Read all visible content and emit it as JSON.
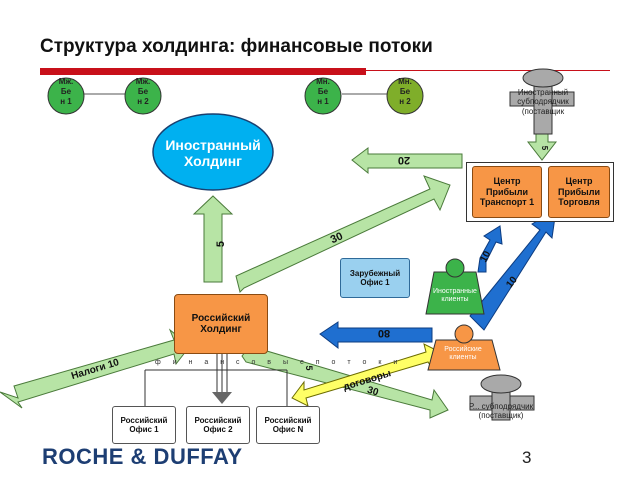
{
  "title": "Структура холдинга: финансовые потоки",
  "nodes": {
    "foreign_holding": "Иностранный Холдинг",
    "russian_holding": "Российский Холдинг",
    "offshore_office": "Зарубежный Офис 1",
    "profit_transport": "Центр Прибыли Транспорт 1",
    "profit_trade": "Центр Прибыли Торговля",
    "office_1": "Российский Офис 1",
    "office_2": "Российский Офис 2",
    "office_n": "Российский Офис N",
    "foreign_clients": "Иностранные клиенты",
    "russian_clients": "Российские клиенты",
    "foreign_supplier": "Иностранный субподрядчик (поставщик",
    "russian_supplier": "Р... субподрядчик (поставщик)"
  },
  "small_circles": [
    {
      "label": "Мж. Бен 1",
      "color": "#3cb34a"
    },
    {
      "label": "Мж. Бен 2",
      "color": "#3cb34a"
    },
    {
      "label": "Мн. Бен 1",
      "color": "#3cb34a"
    },
    {
      "label": "Мн. Бен 2",
      "color": "#7fae2a"
    }
  ],
  "arrow_labels": {
    "foreign_to_holding": "20",
    "russian_up": "5",
    "russian_diag": "30",
    "clients_to_holding": "80",
    "to_transport": "10",
    "to_trade": "10",
    "taxes": "Налоги 10",
    "down_right": "30",
    "dividends_right": "5",
    "contracts": "договоры",
    "supplier_small": "5",
    "finance_text": "ф и н а н с о в ы е   п о т о к и"
  },
  "footer": {
    "logo": "ROCHE & DUFFAY",
    "page": "3"
  },
  "colors": {
    "accent_red": "#c8101a",
    "foreign_holding_fill": "#00b0f0",
    "russian_holding_fill": "#f79646",
    "profit_center_fill": "#f79646",
    "arrow_green": "#b7e4a5",
    "arrow_blue": "#1f6fd0",
    "logo_blue": "#1d3e73"
  }
}
